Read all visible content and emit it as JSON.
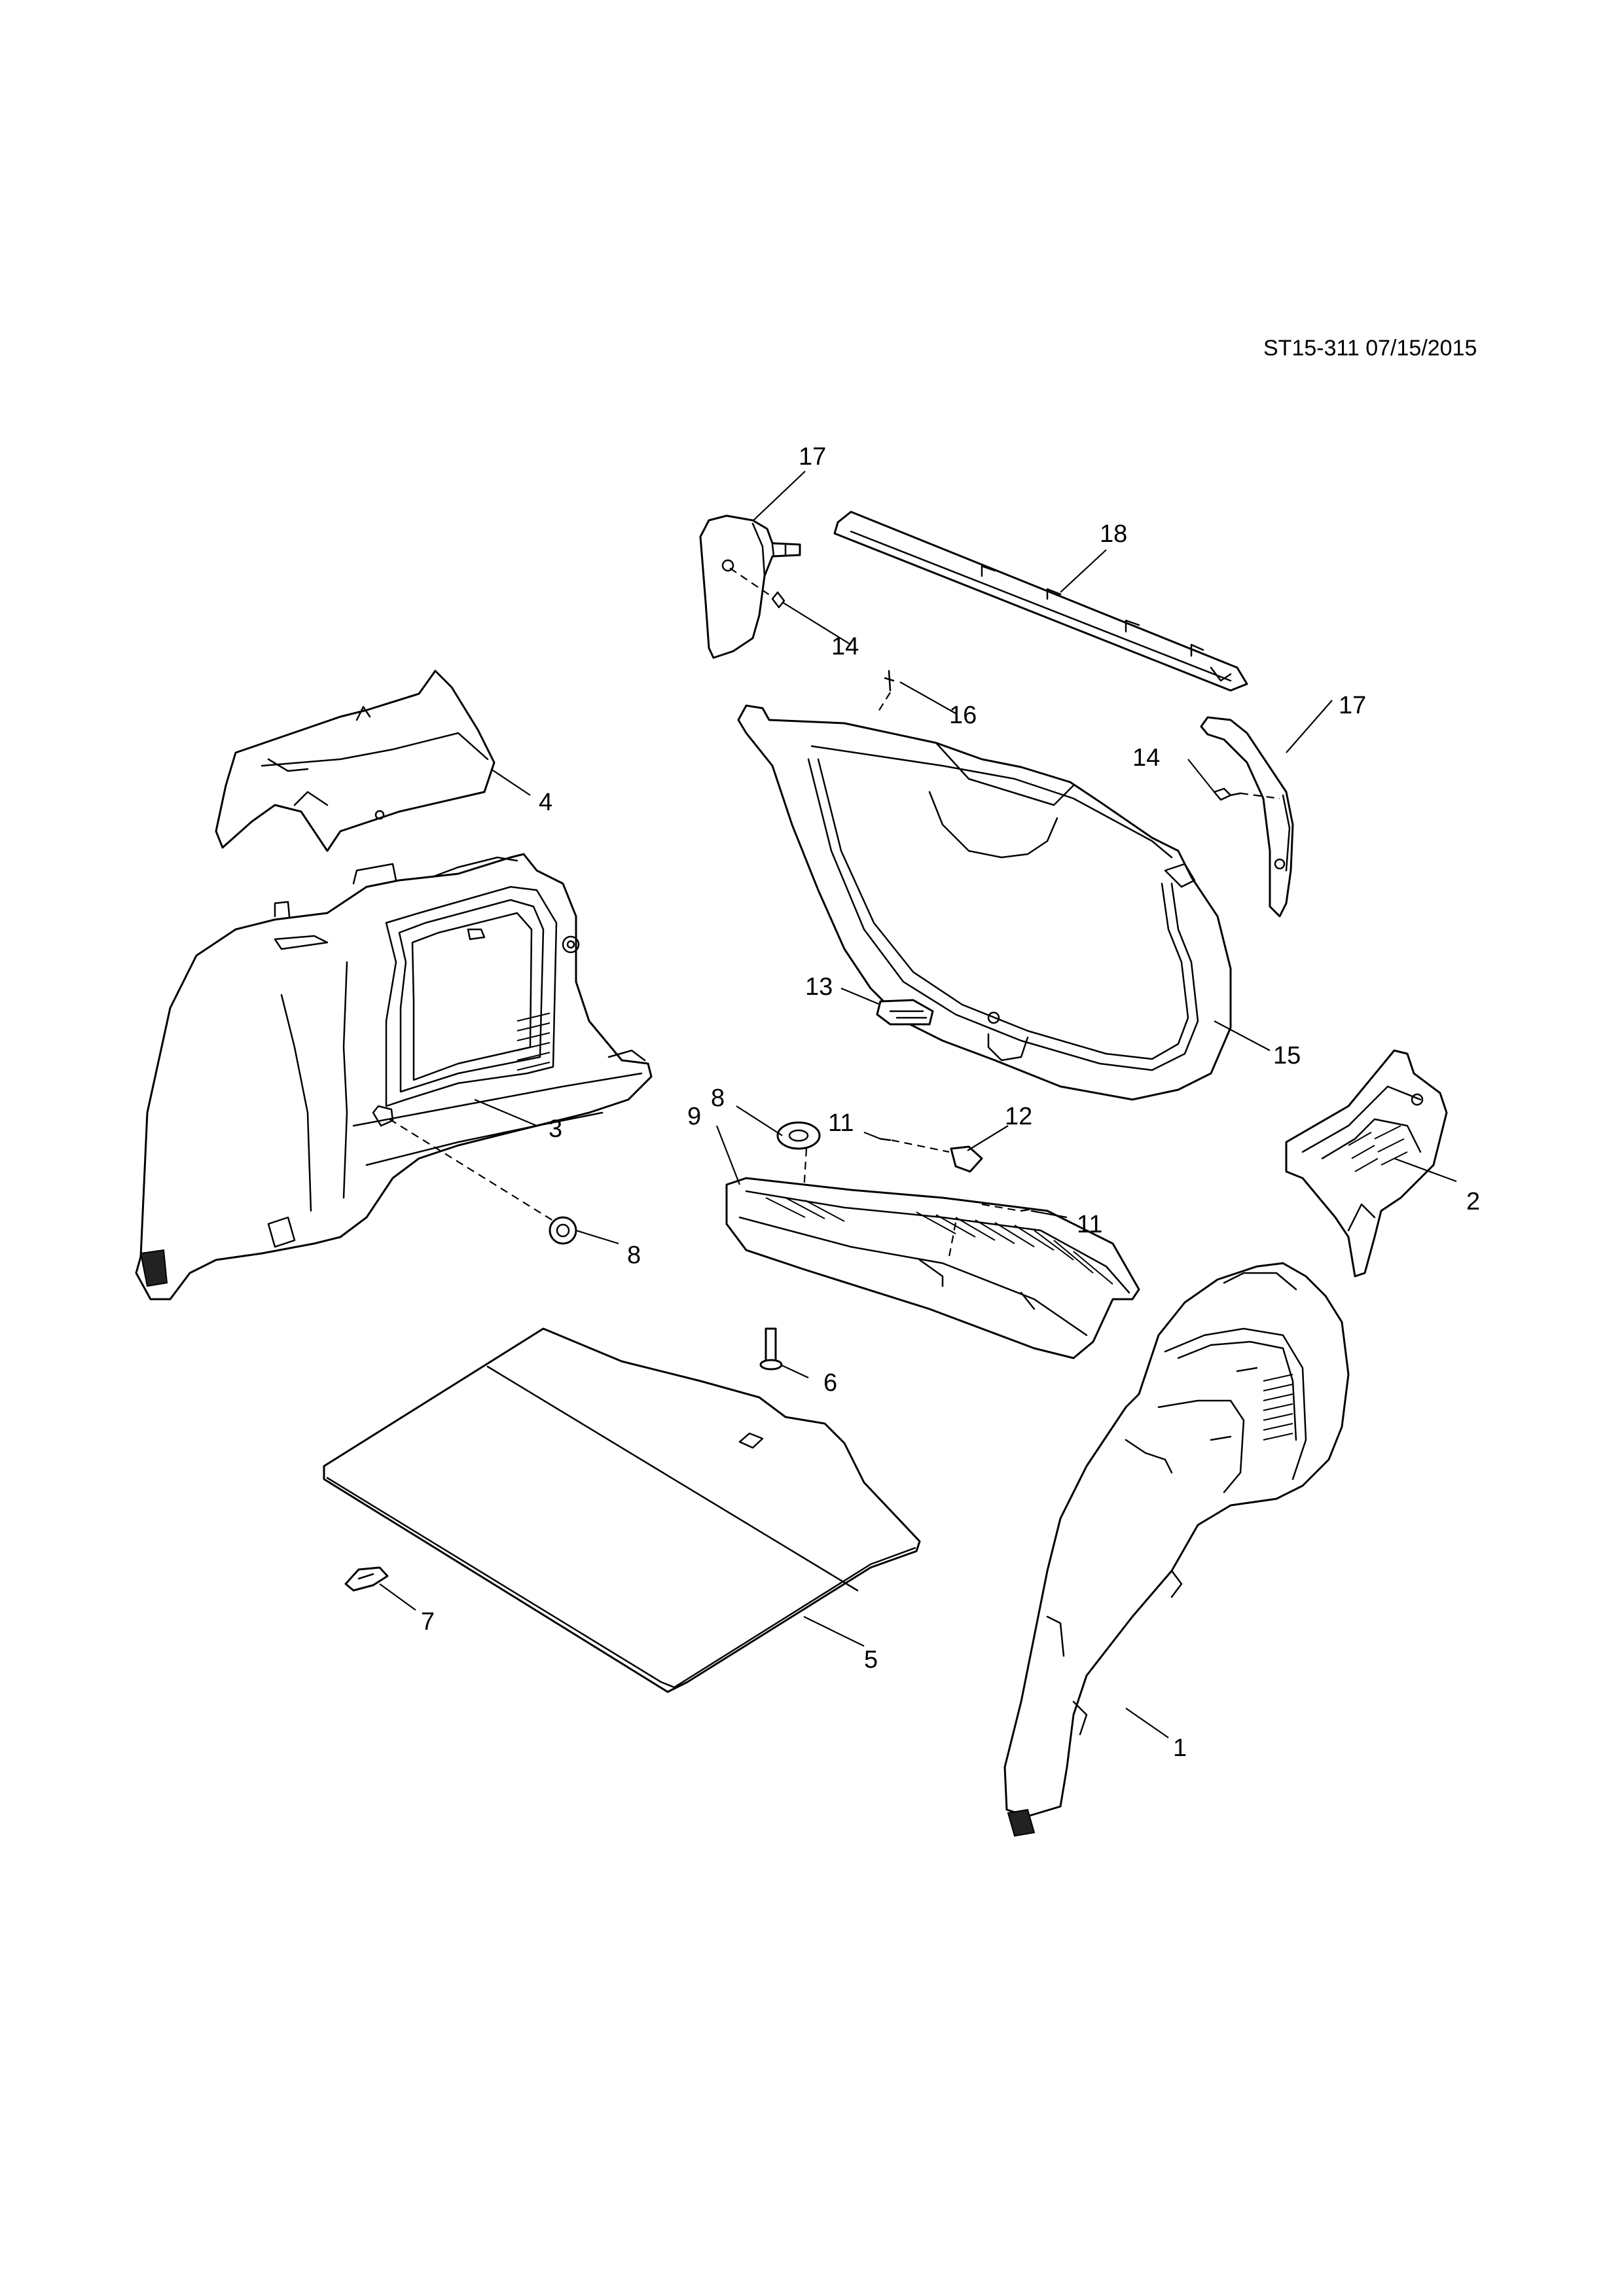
{
  "drawing_code": "ST15-311 07/15/2015",
  "callouts": {
    "c1": "1",
    "c2": "2",
    "c3": "3",
    "c4": "4",
    "c5": "5",
    "c6": "6",
    "c7": "7",
    "c8a": "8",
    "c8b": "8",
    "c9": "9",
    "c11a": "11",
    "c11b": "11",
    "c12": "12",
    "c13": "13",
    "c14a": "14",
    "c14b": "14",
    "c15": "15",
    "c16": "16",
    "c17a": "17",
    "c17b": "17",
    "c18": "18"
  }
}
